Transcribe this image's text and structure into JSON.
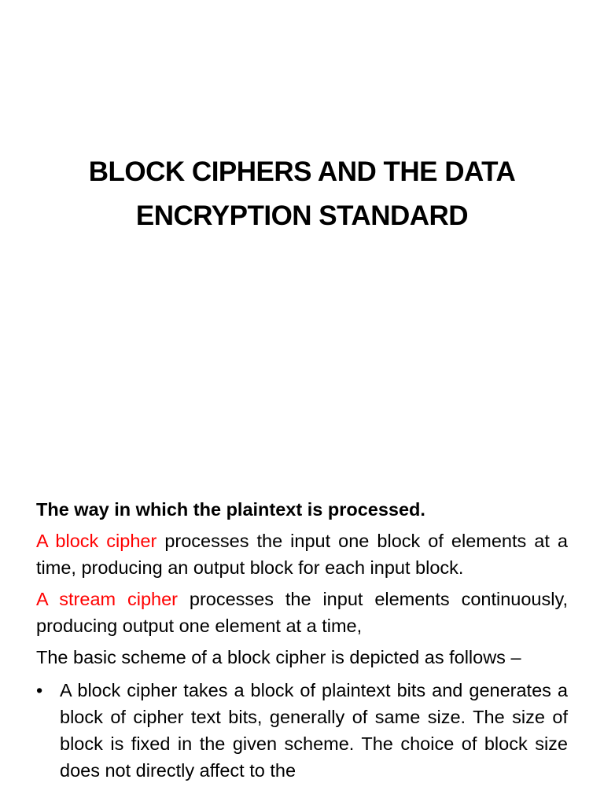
{
  "title": {
    "line1": "BLOCK CIPHERS AND THE DATA",
    "line2": "ENCRYPTION STANDARD"
  },
  "content": {
    "heading": "The way in which the plaintext is processed.",
    "block_cipher": {
      "term": "A block cipher",
      "text": " processes the input one block of elements at a time, producing an output block for each input block."
    },
    "stream_cipher": {
      "term": "A stream cipher",
      "text": " processes the input elements continuously, producing output one element at a time,"
    },
    "scheme_intro": "The basic scheme of a block cipher is depicted as follows –",
    "bullets": [
      {
        "marker": "•",
        "text": "A block cipher takes a block of plaintext bits and generates a block of cipher text bits, generally of same size. The size of block is fixed in the given scheme. The choice of block size does not directly affect to the"
      }
    ]
  },
  "colors": {
    "highlight": "#ff0000",
    "text": "#000000",
    "background": "#ffffff"
  }
}
